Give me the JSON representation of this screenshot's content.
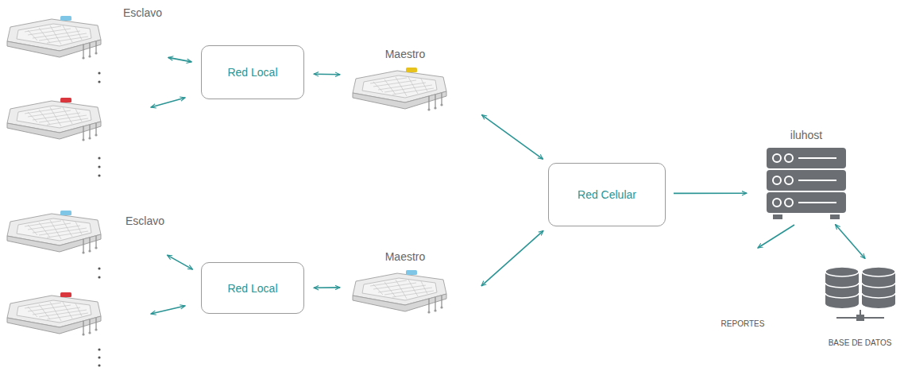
{
  "diagram": {
    "nodes": [
      {
        "text": [
          "Esclavo"
        ]
      },
      {
        "text": [
          "Red Local"
        ]
      },
      {
        "text": [
          "Maestro"
        ]
      },
      {
        "text": [
          "Esclavo"
        ]
      },
      {
        "text": [
          "Red Local"
        ]
      },
      {
        "text": [
          "Maestro"
        ]
      },
      {
        "text": [
          "Red Celular"
        ]
      },
      {
        "text": [
          "iluhost"
        ]
      },
      {
        "text": [
          "BASE DE DATOS"
        ]
      }
    ],
    "edges": [
      {
        "from": 0,
        "to": 1,
        "arrow": "both"
      },
      {
        "from": 1,
        "to": 2,
        "arrow": "both"
      },
      {
        "from": 2,
        "to": 6,
        "arrow": "both"
      },
      {
        "from": 3,
        "to": 4,
        "arrow": "both"
      },
      {
        "from": 4,
        "to": 5,
        "arrow": "both"
      },
      {
        "from": 5,
        "to": 6,
        "arrow": "both"
      },
      {
        "from": 6,
        "to": 7,
        "arrow": "to"
      },
      {
        "from": 7,
        "to": 8,
        "arrow": "both"
      }
    ],
    "labels": [
      "REPORTES"
    ]
  }
}
